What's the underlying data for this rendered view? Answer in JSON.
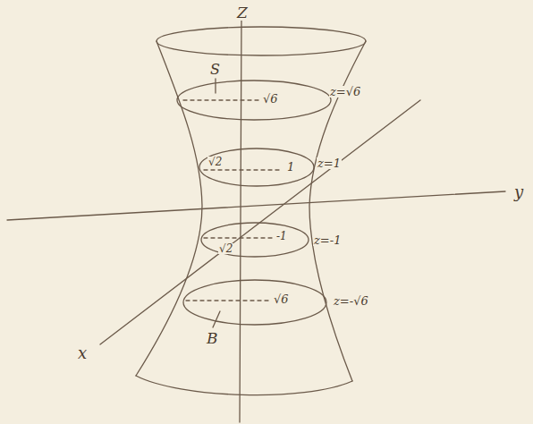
{
  "diagram": {
    "labels": [
      "Z",
      "y",
      "x",
      "S",
      "√6",
      "z=√6",
      "√2",
      "1",
      "z=1",
      "-1",
      "√2",
      "z=-1",
      "√6",
      "z=-√6",
      "B"
    ]
  }
}
